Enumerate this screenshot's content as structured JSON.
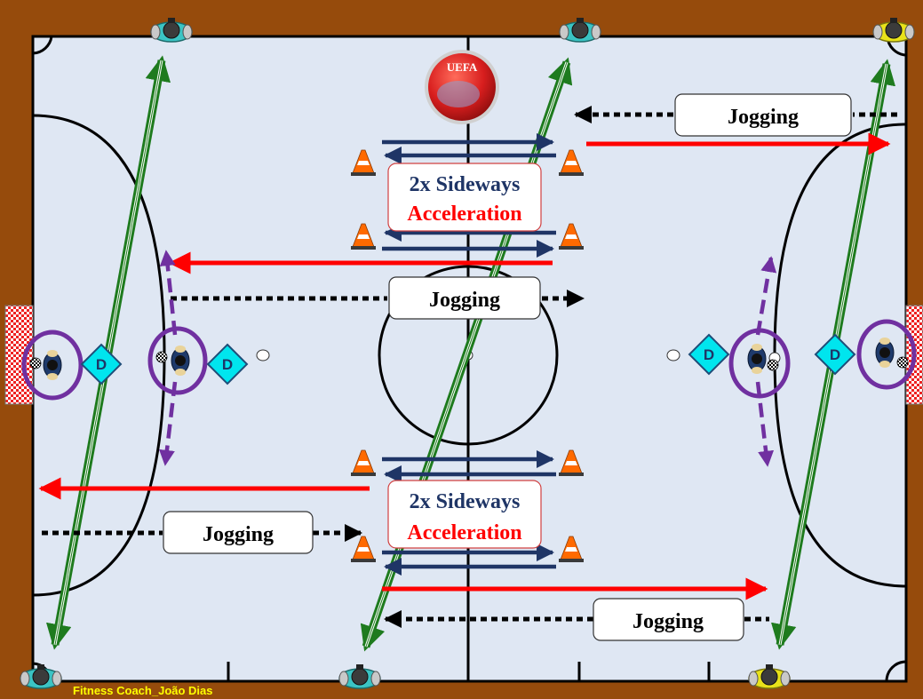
{
  "logo": {
    "text": "UEFA"
  },
  "labels": {
    "jog_top_right": "Jogging",
    "jog_middle": "Jogging",
    "jog_bottom_left": "Jogging",
    "jog_bottom_right": "Jogging",
    "sideways_top": "2x Sideways",
    "accel_top": "Acceleration",
    "sideways_bottom": "2x Sideways",
    "accel_bottom": "Acceleration"
  },
  "defender_badge": "D",
  "credit": "Fitness Coach_João Dias",
  "colors": {
    "court": "#dfe7f3",
    "border": "#964b0c",
    "jog_arrow": "#000000",
    "accel_arrow": "#ff0000",
    "sideways_arrow": "#1f3566",
    "diagonal_arrow": "#1e7b1e",
    "defender_ring": "#7030a0",
    "badge": "#00e5ee",
    "credit": "#ffff00"
  }
}
